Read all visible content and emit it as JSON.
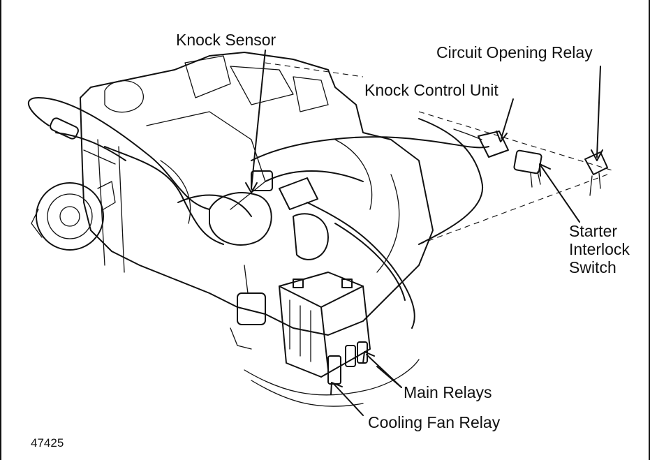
{
  "diagram": {
    "labels": {
      "knock_sensor": "Knock Sensor",
      "circuit_opening_relay": "Circuit Opening Relay",
      "knock_control_unit": "Knock Control Unit",
      "starter_interlock_switch": [
        "Starter",
        "Interlock",
        "Switch"
      ],
      "main_relays": "Main Relays",
      "cooling_fan_relay": "Cooling Fan Relay"
    },
    "figure_number": "47425"
  }
}
